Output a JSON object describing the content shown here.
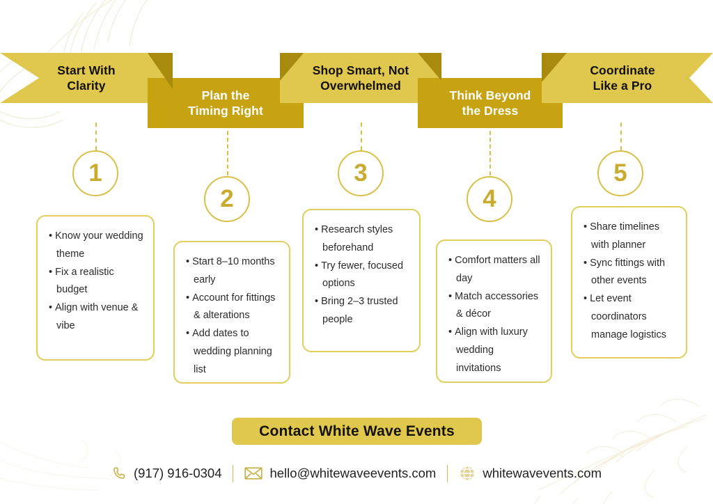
{
  "theme": {
    "light_gold": "#e0c84e",
    "dark_gold": "#c7a211",
    "border_gold": "#e3cd5c",
    "number_gold": "#c9ab30",
    "text_dark": "#2b2b2b"
  },
  "ribbon": {
    "banners": [
      {
        "title": "Start With\nClarity",
        "tone": "light"
      },
      {
        "title": "Plan the\nTiming Right",
        "tone": "dark"
      },
      {
        "title": "Shop Smart, Not\nOverwhelmed",
        "tone": "light"
      },
      {
        "title": "Think Beyond\nthe Dress",
        "tone": "dark"
      },
      {
        "title": "Coordinate\nLike a Pro",
        "tone": "light"
      }
    ]
  },
  "steps": [
    {
      "number": "1",
      "bullets": [
        "Know your wedding theme",
        "Fix a realistic budget",
        "Align with venue & vibe"
      ]
    },
    {
      "number": "2",
      "bullets": [
        "Start 8–10 months early",
        "Account for fittings & alterations",
        "Add dates to wedding planning list"
      ]
    },
    {
      "number": "3",
      "bullets": [
        "Research styles beforehand",
        "Try fewer, focused options",
        "Bring 2–3 trusted people"
      ]
    },
    {
      "number": "4",
      "bullets": [
        "Comfort matters all day",
        "Match accessories & décor",
        "Align with luxury wedding invitations"
      ]
    },
    {
      "number": "5",
      "bullets": [
        "Share timelines with planner",
        "Sync fittings with other events",
        "Let event coordinators manage logistics"
      ]
    }
  ],
  "cta": {
    "label": "Contact White Wave Events"
  },
  "footer": {
    "phone": {
      "icon": "phone-icon",
      "text": "(917) 916-0304"
    },
    "email": {
      "icon": "envelope-icon",
      "text": "hello@whitewaveevents.com"
    },
    "website": {
      "icon": "globe-icon",
      "text": "whitewavevents.com"
    }
  }
}
